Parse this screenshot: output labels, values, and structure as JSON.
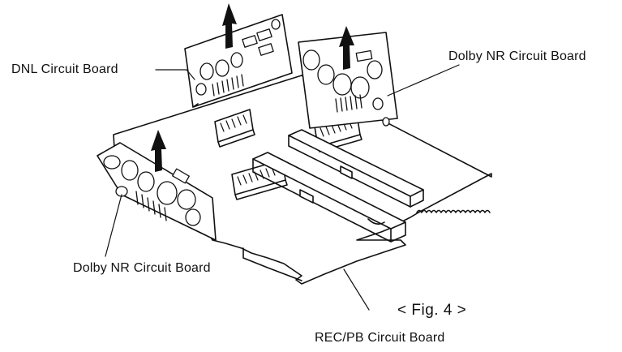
{
  "labels": {
    "dnl_board": "DNL Circuit Board",
    "dolby_board_right": "Dolby NR Circuit Board",
    "dolby_board_left": "Dolby NR Circuit Board",
    "recpb_board": "REC/PB Circuit Board",
    "figure": "< Fig. 4 >"
  },
  "colors": {
    "ink": "#111111",
    "paper": "#ffffff"
  },
  "icons": {
    "removal_arrow": "up-arrow-icon"
  }
}
